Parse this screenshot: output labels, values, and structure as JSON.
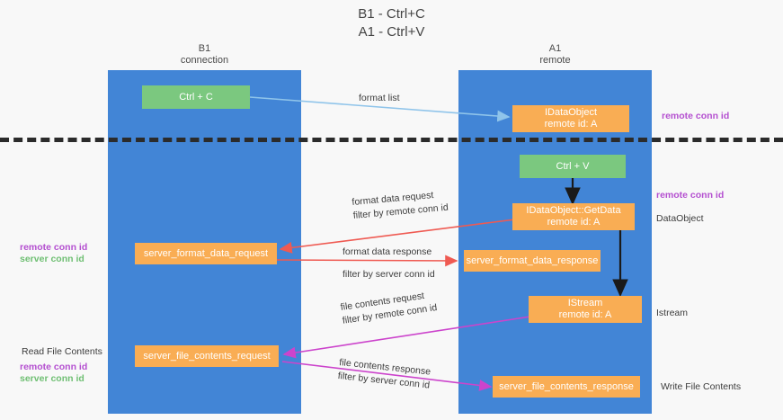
{
  "title": {
    "line1": "B1 - Ctrl+C",
    "line2": "A1 - Ctrl+V"
  },
  "columns": [
    {
      "name": "B1",
      "role": "connection"
    },
    {
      "name": "A1",
      "role": "remote"
    }
  ],
  "boxes": {
    "ctrl_c": {
      "label": "Ctrl + C",
      "color": "#7bc87f"
    },
    "ctrl_v": {
      "label": "Ctrl + V",
      "color": "#7bc87f"
    },
    "idataobject": {
      "line1": "IDataObject",
      "line2": "remote id: A",
      "color": "#f9ad54"
    },
    "getdata": {
      "line1": "IDataObject::GetData",
      "line2": "remote id: A",
      "color": "#f9ad54"
    },
    "istream": {
      "line1": "IStream",
      "line2": "remote id: A",
      "color": "#f9ad54"
    },
    "server_format_data_request": {
      "label": "server_format_data_request",
      "color": "#f9ad54"
    },
    "server_format_data_response": {
      "label": "server_format_data_response",
      "color": "#f9ad54"
    },
    "server_file_contents_request": {
      "label": "server_file_contents_request",
      "color": "#f9ad54"
    },
    "server_file_contents_response": {
      "label": "server_file_contents_response",
      "color": "#f9ad54"
    }
  },
  "edge_labels": {
    "format_list": "format list",
    "format_data_request": "format data request",
    "filter_by_prefix": "filter by",
    "remote_conn_id": "remote conn id",
    "server_conn_id": "server conn id",
    "format_data_response": "format data response",
    "file_contents_request": "file contents request",
    "file_contents_response": "file contents response"
  },
  "side_labels": {
    "right_remote_conn_id_top": "remote conn id",
    "right_remote_conn_id_mid": "remote conn id",
    "dataobject": "DataObject",
    "istream": "Istream",
    "write_file_contents": "Write File Contents",
    "read_file_contents": "Read File Contents",
    "left_remote_conn_id": "remote conn id",
    "left_server_conn_id": "server conn id",
    "left_remote_conn_id_bottom": "remote conn id",
    "left_server_conn_id_bottom": "server conn id"
  },
  "colors": {
    "lane": "#4285d6",
    "green_box": "#7bc87f",
    "orange_box": "#f9ad54",
    "purple_text": "#b44fd0",
    "green_text": "#6fbf73",
    "red_arrow": "#ef5a52",
    "blue_arrow": "#8fc4ea",
    "magenta_arrow": "#cc44cc",
    "black_arrow": "#1a1a1a",
    "background": "#f8f8f8"
  }
}
